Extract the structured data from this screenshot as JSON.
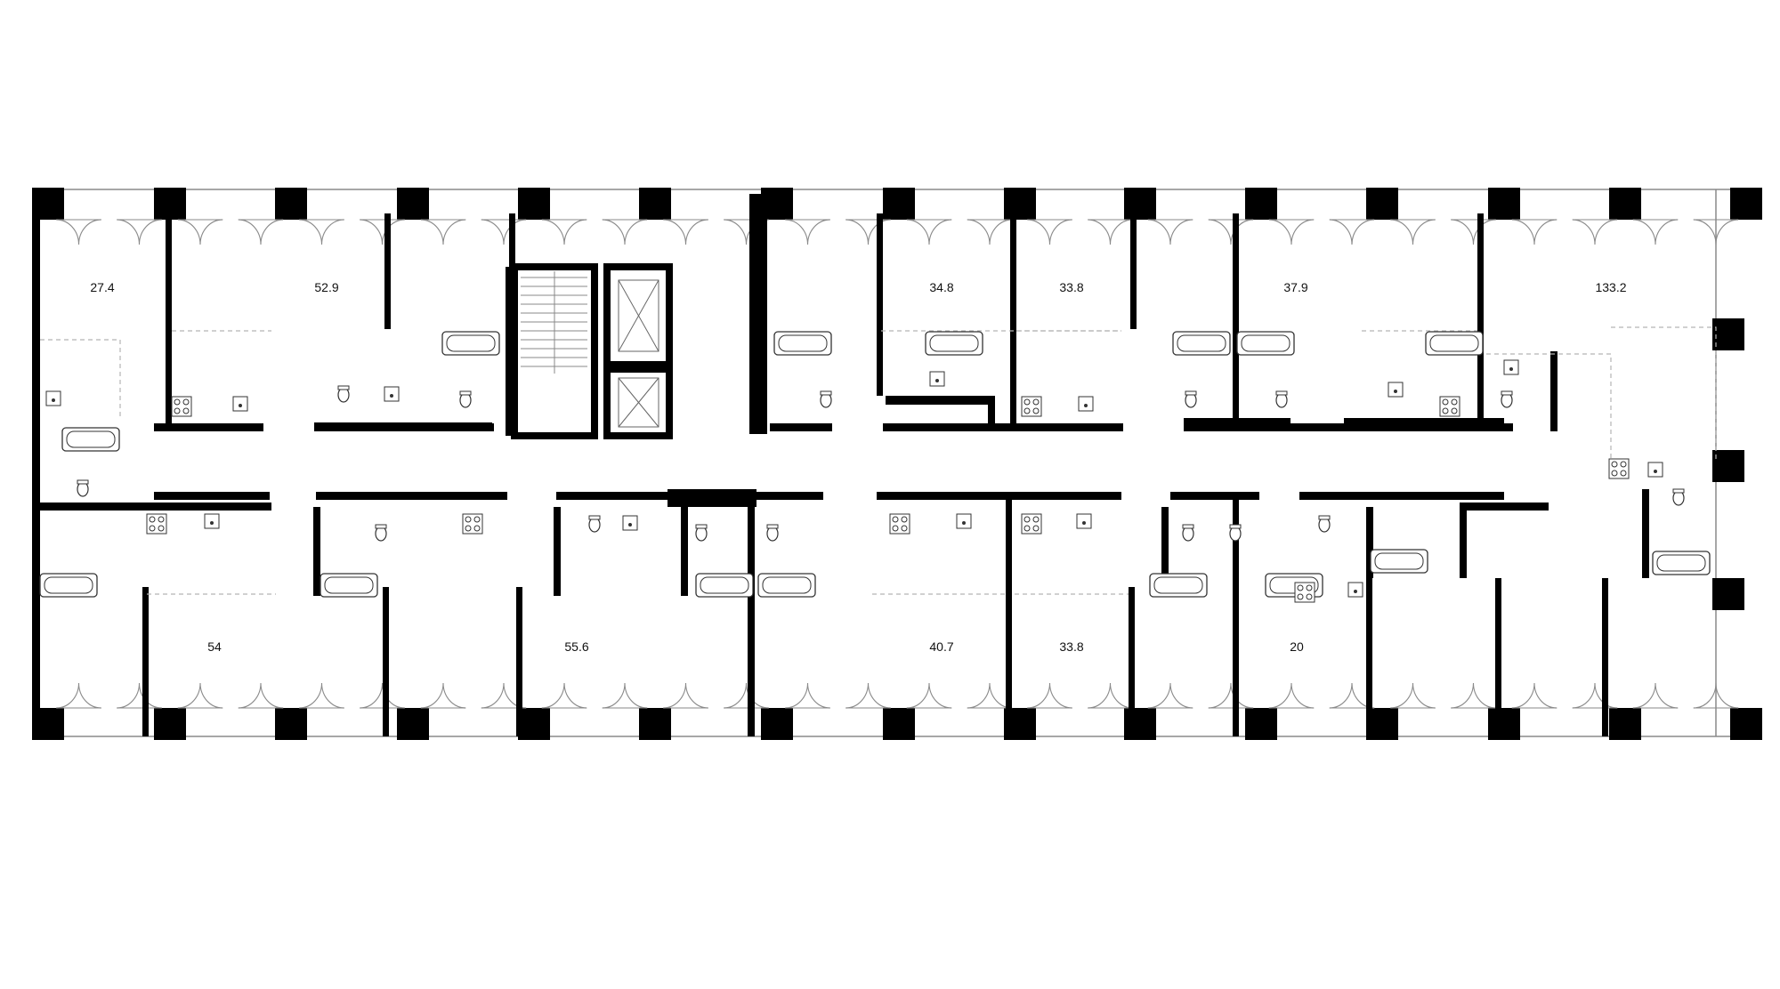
{
  "plan": {
    "colors": {
      "wall": "#000000",
      "thin": "#8a8a8a",
      "dash": "#b5b5b5",
      "background": "#ffffff"
    },
    "units": [
      {
        "id": "u1",
        "area": "27.4",
        "row": "north"
      },
      {
        "id": "u2",
        "area": "52.9",
        "row": "north"
      },
      {
        "id": "u3",
        "area": "34.8",
        "row": "north"
      },
      {
        "id": "u4",
        "area": "33.8",
        "row": "north"
      },
      {
        "id": "u5",
        "area": "37.9",
        "row": "north"
      },
      {
        "id": "u6",
        "area": "133.2",
        "row": "north"
      },
      {
        "id": "u7",
        "area": "54",
        "row": "south"
      },
      {
        "id": "u8",
        "area": "55.6",
        "row": "south"
      },
      {
        "id": "u9",
        "area": "40.7",
        "row": "south"
      },
      {
        "id": "u10",
        "area": "33.8",
        "row": "south"
      },
      {
        "id": "u11",
        "area": "20",
        "row": "south"
      }
    ],
    "core": {
      "stair_icon": "stair-icon",
      "elevator_icon": "elevator-icon"
    }
  }
}
